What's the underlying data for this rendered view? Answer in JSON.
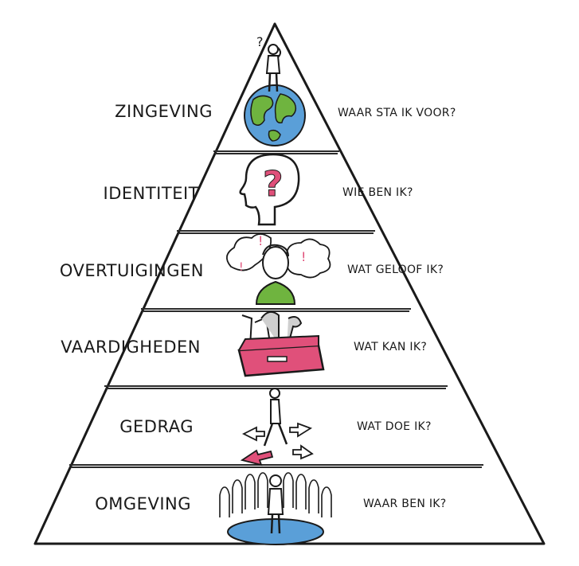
{
  "levels": [
    {
      "name": "ZINGEVING",
      "question": "WAAR STA IK VOOR?",
      "icon": "earth-person-icon"
    },
    {
      "name": "IDENTITEIT",
      "question": "WIE BEN IK?",
      "icon": "head-question-icon"
    },
    {
      "name": "OVERTUIGINGEN",
      "question": "WAT GELOOF IK?",
      "icon": "thinking-person-icon"
    },
    {
      "name": "VAARDIGHEDEN",
      "question": "WAT KAN IK?",
      "icon": "toolbox-icon"
    },
    {
      "name": "GEDRAG",
      "question": "WAT DOE IK?",
      "icon": "walking-person-icon"
    },
    {
      "name": "OMGEVING",
      "question": "WAAR BEN IK?",
      "icon": "crowd-icon"
    }
  ],
  "colors": {
    "ink": "#1a1a1a",
    "pink": "#e0507a",
    "green": "#6fb43f",
    "blue": "#5a9fd8",
    "grey": "#cfcfcf"
  }
}
